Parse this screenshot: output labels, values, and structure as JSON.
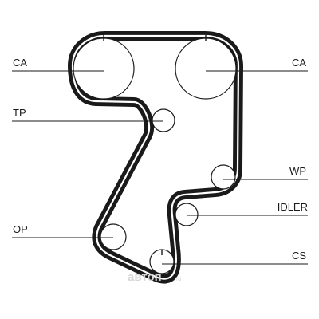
{
  "labels": {
    "ca_left": "CA",
    "ca_right": "CA",
    "tp": "TP",
    "wp": "WP",
    "idler": "IDLER",
    "op": "OP",
    "cs": "CS"
  },
  "watermark": {
    "brand": "автоп",
    "domain": ".ru"
  }
}
